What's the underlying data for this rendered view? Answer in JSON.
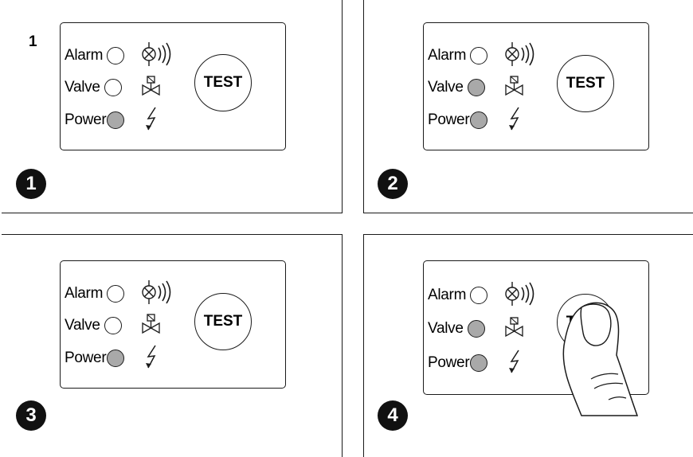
{
  "marker": "1",
  "panels": [
    {
      "step": "1",
      "alarm_label": "Alarm",
      "valve_label": "Valve",
      "power_label": "Power",
      "test_label": "TEST",
      "leds": {
        "alarm": "off",
        "valve": "off",
        "power": "on"
      },
      "finger": false
    },
    {
      "step": "2",
      "alarm_label": "Alarm",
      "valve_label": "Valve",
      "power_label": "Power",
      "test_label": "TEST",
      "leds": {
        "alarm": "off",
        "valve": "on",
        "power": "on"
      },
      "finger": false
    },
    {
      "step": "3",
      "alarm_label": "Alarm",
      "valve_label": "Valve",
      "power_label": "Power",
      "test_label": "TEST",
      "leds": {
        "alarm": "off",
        "valve": "off",
        "power": "on"
      },
      "finger": false
    },
    {
      "step": "4",
      "alarm_label": "Alarm",
      "valve_label": "Valve",
      "power_label": "Power",
      "test_label": "TEST",
      "leds": {
        "alarm": "off",
        "valve": "on",
        "power": "on"
      },
      "finger": true
    }
  ],
  "colors": {
    "led_on": "#a9a9a9",
    "led_off": "#ffffff",
    "badge": "#111111",
    "line": "#1a1a1a"
  },
  "icons": {
    "alarm": "alarm-bell-icon",
    "valve": "valve-icon",
    "power": "lightning-icon",
    "press": "finger-icon"
  }
}
